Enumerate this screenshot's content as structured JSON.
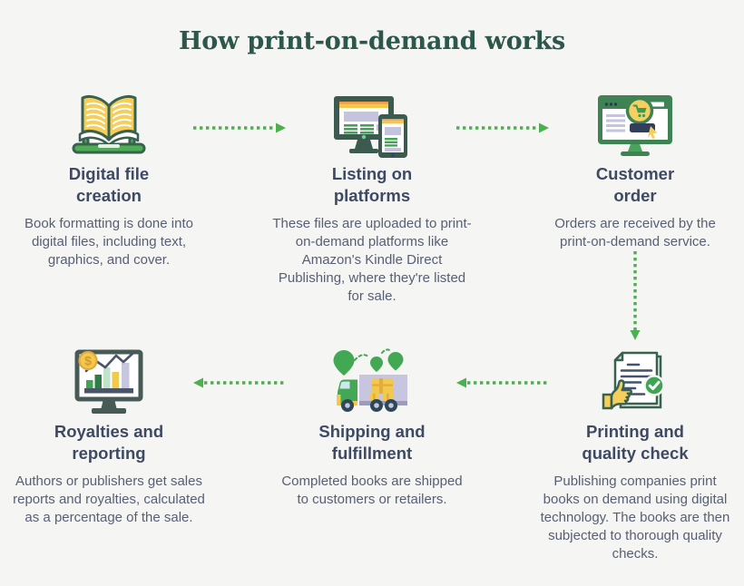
{
  "page": {
    "title": "How print-on-demand works"
  },
  "theme": {
    "background": "#F5F5F3",
    "title_color": "#2D574B",
    "heading_color": "#3E4A63",
    "body_color": "#575F73",
    "arrow_color": "#4CAF50",
    "accent_green": "#4CAF50",
    "outline_green": "#38614F",
    "accent_yellow": "#F2C94C",
    "accent_lavender": "#C7C6DE",
    "accent_navy": "#323F5C"
  },
  "steps": [
    {
      "icon": "open-book-laptop-icon",
      "title": "Digital file creation",
      "title_lines": [
        "Digital file",
        "creation"
      ],
      "description": "Book formatting is done into digital files, including text, graphics, and cover."
    },
    {
      "icon": "monitor-tablet-listing-icon",
      "title": "Listing on platforms",
      "title_lines": [
        "Listing on",
        "platforms"
      ],
      "description": "These files are uploaded to print-on-demand platforms like Amazon's Kindle Direct Publishing, where they're listed for sale."
    },
    {
      "icon": "monitor-shopping-cart-icon",
      "title": "Customer order",
      "title_lines": [
        "Customer",
        "order"
      ],
      "description": "Orders are received by the print-on-demand service."
    },
    {
      "icon": "document-check-thumbs-up-icon",
      "title": "Printing and quality check",
      "title_lines": [
        "Printing and",
        "quality check"
      ],
      "description": "Publishing companies print books on demand using digital technology. The books are then subjected to thorough quality checks."
    },
    {
      "icon": "delivery-truck-icon",
      "title": "Shipping and fulfillment",
      "title_lines": [
        "Shipping and",
        "fulfillment"
      ],
      "description": "Completed books are shipped to customers or retailers."
    },
    {
      "icon": "royalties-chart-monitor-icon",
      "title": "Royalties and reporting",
      "title_lines": [
        "Royalties and",
        "reporting"
      ],
      "description": "Authors or publishers get sales reports and royalties, calculated as a percentage of the sale."
    }
  ],
  "arrows": [
    {
      "from": "Digital file creation",
      "to": "Listing on platforms",
      "direction": "right",
      "style": "dashed"
    },
    {
      "from": "Listing on platforms",
      "to": "Customer order",
      "direction": "right",
      "style": "dashed"
    },
    {
      "from": "Customer order",
      "to": "Printing and quality check",
      "direction": "down",
      "style": "dashed"
    },
    {
      "from": "Printing and quality check",
      "to": "Shipping and fulfillment",
      "direction": "left",
      "style": "dashed"
    },
    {
      "from": "Shipping and fulfillment",
      "to": "Royalties and reporting",
      "direction": "left",
      "style": "dashed"
    }
  ]
}
